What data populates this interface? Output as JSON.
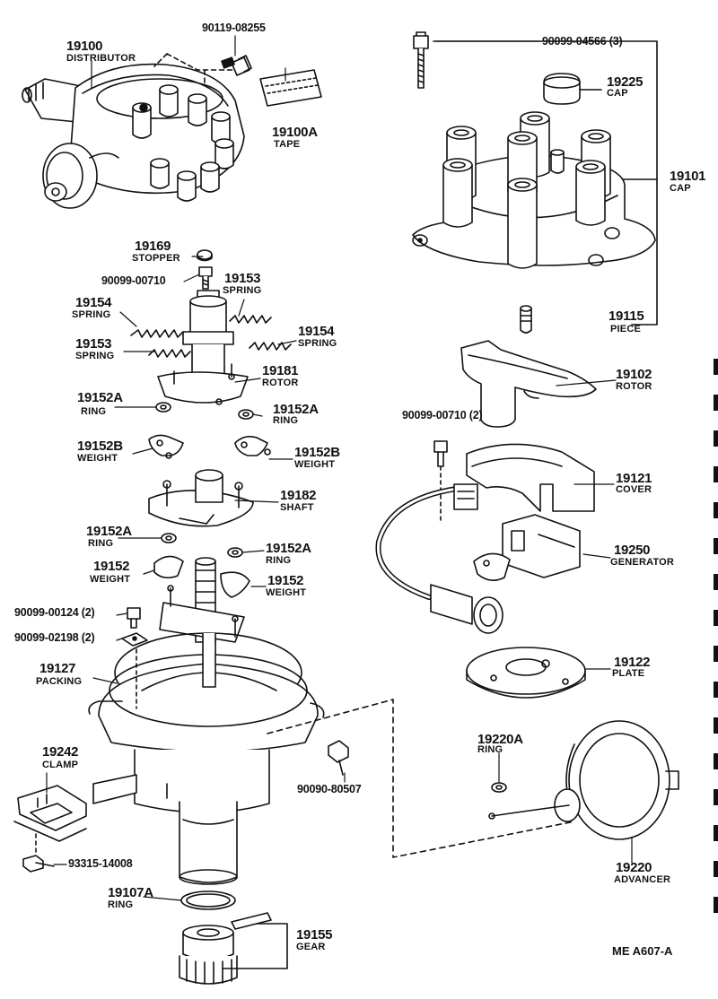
{
  "diagram": {
    "parts": [
      {
        "key": "distributor",
        "number": "19100",
        "name": "DISTRIBUTOR"
      },
      {
        "key": "bolt1",
        "number": "90119-08255"
      },
      {
        "key": "tape",
        "number": "19100A",
        "name": "TAPE"
      },
      {
        "key": "screw3",
        "number": "90099-04566 (3)"
      },
      {
        "key": "cap_small",
        "number": "19225",
        "name": "CAP"
      },
      {
        "key": "cap",
        "number": "19101",
        "name": "CAP"
      },
      {
        "key": "stopper",
        "number": "19169",
        "name": "STOPPER"
      },
      {
        "key": "screw_00710",
        "number": "90099-00710"
      },
      {
        "key": "spring_b",
        "number": "19153",
        "name": "SPRING"
      },
      {
        "key": "spring_a",
        "number": "19154",
        "name": "SPRING"
      },
      {
        "key": "spring_c",
        "number": "19153",
        "name": "SPRING"
      },
      {
        "key": "spring_d",
        "number": "19154",
        "name": "SPRING"
      },
      {
        "key": "piece",
        "number": "19115",
        "name": "PIECE"
      },
      {
        "key": "rotor_upper",
        "number": "19181",
        "name": "ROTOR"
      },
      {
        "key": "rotor",
        "number": "19102",
        "name": "ROTOR"
      },
      {
        "key": "ring_a1",
        "number": "19152A",
        "name": "RING"
      },
      {
        "key": "ring_a2",
        "number": "19152A",
        "name": "RING"
      },
      {
        "key": "screw_00710_2",
        "number": "90099-00710 (2)"
      },
      {
        "key": "weight_b1",
        "number": "19152B",
        "name": "WEIGHT"
      },
      {
        "key": "weight_b2",
        "number": "19152B",
        "name": "WEIGHT"
      },
      {
        "key": "cover",
        "number": "19121",
        "name": "COVER"
      },
      {
        "key": "shaft",
        "number": "19182",
        "name": "SHAFT"
      },
      {
        "key": "ring_a3",
        "number": "19152A",
        "name": "RING"
      },
      {
        "key": "ring_a4",
        "number": "19152A",
        "name": "RING"
      },
      {
        "key": "generator",
        "number": "19250",
        "name": "GENERATOR"
      },
      {
        "key": "weight1",
        "number": "19152",
        "name": "WEIGHT"
      },
      {
        "key": "weight2",
        "number": "19152",
        "name": "WEIGHT"
      },
      {
        "key": "screw_00124",
        "number": "90099-00124 (2)"
      },
      {
        "key": "washer_02198",
        "number": "90099-02198 (2)"
      },
      {
        "key": "plate",
        "number": "19122",
        "name": "PLATE"
      },
      {
        "key": "packing",
        "number": "19127",
        "name": "PACKING"
      },
      {
        "key": "ring_220a",
        "number": "19220A",
        "name": "RING"
      },
      {
        "key": "clamp",
        "number": "19242",
        "name": "CLAMP"
      },
      {
        "key": "bolt_80507",
        "number": "90090-80507"
      },
      {
        "key": "bolt_14008",
        "number": "93315-14008"
      },
      {
        "key": "advancer",
        "number": "19220",
        "name": "ADVANCER"
      },
      {
        "key": "ring_107a",
        "number": "19107A",
        "name": "RING"
      },
      {
        "key": "gear",
        "number": "19155",
        "name": "GEAR"
      }
    ],
    "footer_code": "ME A607-A"
  }
}
